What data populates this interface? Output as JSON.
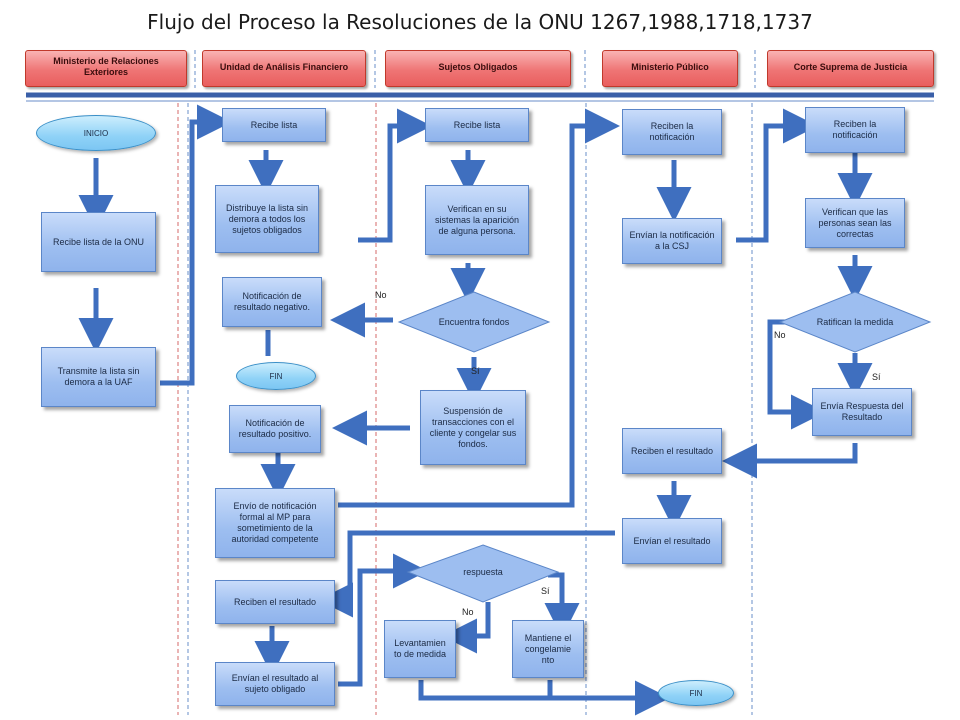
{
  "title": "Flujo del Proceso la Resoluciones de la ONU 1267,1988,1718,1737",
  "lanes": [
    "Ministerio de Relaciones Exteriores",
    "Unidad de Análisis Financiero",
    "Sujetos Obligados",
    "Ministerio Público",
    "Corte Suprema de Justicia"
  ],
  "nodes": {
    "inicio": "INICIO",
    "mre_recibe": "Recibe lista de la ONU",
    "mre_transmite": "Transmite la lista sin demora a la UAF",
    "uaf_recibe": "Recibe lista",
    "uaf_distribuye": "Distribuye la lista sin demora a todos los sujetos obligados",
    "uaf_notif_neg": "Notificación de resultado negativo.",
    "fin1": "FIN",
    "uaf_notif_pos": "Notificación de resultado positivo.",
    "uaf_envio": "Envío de notificación formal al MP para sometimiento de la autoridad competente",
    "uaf_reciben": "Reciben el resultado",
    "uaf_envian": "Envían el resultado al sujeto obligado",
    "so_recibe": "Recibe lista",
    "so_verifican": "Verifican en su sistemas la aparición de alguna persona.",
    "so_encuentra": "Encuentra fondos",
    "so_suspension": "Suspensión de transacciones con el cliente y congelar sus fondos.",
    "so_respuesta": "respuesta",
    "so_levantamiento": "Levantamien to de medida",
    "so_mantiene": "Mantiene el congelamie nto",
    "fin2": "FIN",
    "mp_reciben_notif": "Reciben la notificación",
    "mp_envian_notif": "Envían la notificación a la CSJ",
    "mp_reciben_res": "Reciben el resultado",
    "mp_envian_res": "Envían el resultado",
    "csj_reciben": "Reciben la notificación",
    "csj_verifican": "Verifican que las personas sean las correctas",
    "csj_ratifican": "Ratifican la medida",
    "csj_envia": "Envía Respuesta del Resultado"
  },
  "labels": {
    "no1": "No",
    "si1": "Sí",
    "no2": "No",
    "si2": "Sí",
    "no3": "No",
    "si3": "Sí"
  },
  "colors": {
    "arrow": "#3f6fbf",
    "lane_divider_red": "#d46a6a",
    "lane_divider_blue": "#6a8fc9",
    "header_fill": "#ef7575",
    "box_fill": "#9dbef0",
    "oval_fill": "#8fd2f7"
  }
}
